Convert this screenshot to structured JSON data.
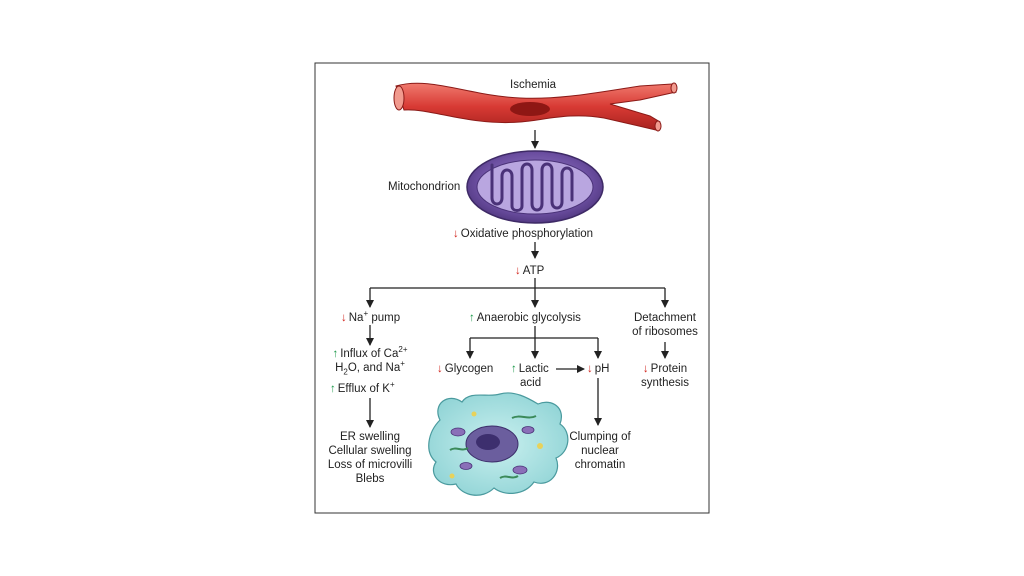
{
  "colors": {
    "down_arrow": "#d2261e",
    "up_arrow": "#1f9a4c",
    "vessel": "#d83a34",
    "mitochondrion": "#6b4ea0",
    "cell": "#a8e0e0"
  },
  "labels": {
    "ischemia": "Ischemia",
    "mitochondrion": "Mitochondrion",
    "oxphos": "Oxidative phosphorylation",
    "atp": "ATP",
    "na_pump": "Na",
    "na_pump_sup": "+",
    "na_pump_rest": " pump",
    "influx_1": "Influx of Ca",
    "influx_1_sup": "2+",
    "influx_2a": "H",
    "influx_2_sub": "2",
    "influx_2b": "O, and Na",
    "influx_2_sup": "+",
    "efflux": "Efflux of K",
    "efflux_sup": "+",
    "er_1": "ER swelling",
    "er_2": "Cellular swelling",
    "er_3": "Loss of microvilli",
    "er_4": "Blebs",
    "anaerobic": "Anaerobic glycolysis",
    "glycogen": "Glycogen",
    "lactic_1": "Lactic",
    "lactic_2": "acid",
    "ph": "pH",
    "clump_1": "Clumping of",
    "clump_2": "nuclear",
    "clump_3": "chromatin",
    "detach_1": "Detachment",
    "detach_2": "of ribosomes",
    "protein_1": "Protein",
    "protein_2": "synthesis"
  },
  "icons": {
    "down": "arrow-down-icon",
    "up": "arrow-up-icon"
  }
}
